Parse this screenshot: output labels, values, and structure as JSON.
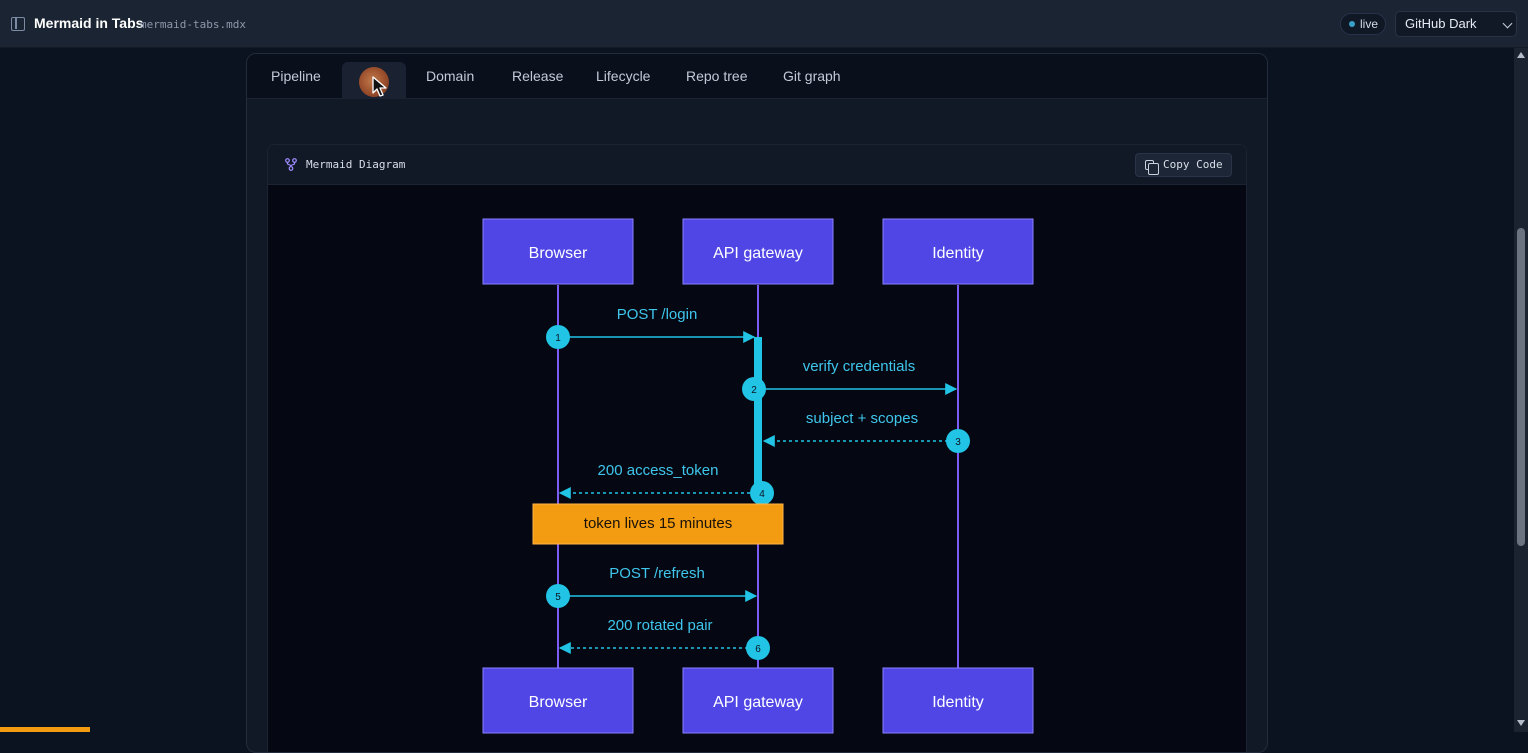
{
  "header": {
    "title": "Mermaid in Tabs",
    "filename": "mermaid-tabs.mdx",
    "live_label": "live",
    "theme": "GitHub Dark"
  },
  "tabs": [
    {
      "label": "Pipeline"
    },
    {
      "label": "",
      "active": true
    },
    {
      "label": "Domain"
    },
    {
      "label": "Release"
    },
    {
      "label": "Lifecycle"
    },
    {
      "label": "Repo tree"
    },
    {
      "label": "Git graph"
    }
  ],
  "panel": {
    "label": "Mermaid Diagram",
    "copy_label": "Copy Code"
  },
  "diagram": {
    "participants": [
      "Browser",
      "API gateway",
      "Identity"
    ],
    "messages": [
      {
        "num": "1",
        "text": "POST /login"
      },
      {
        "num": "2",
        "text": "verify credentials"
      },
      {
        "num": "3",
        "text": "subject + scopes"
      },
      {
        "num": "4",
        "text": "200 access_token"
      },
      {
        "num": "5",
        "text": "POST /refresh"
      },
      {
        "num": "6",
        "text": "200 rotated pair"
      }
    ],
    "note": "token lives 15 minutes"
  },
  "colors": {
    "participant": "#4f46e5",
    "lifeline": "#7c5cf2",
    "message": "#22c4e6",
    "note": "#f39c12"
  }
}
